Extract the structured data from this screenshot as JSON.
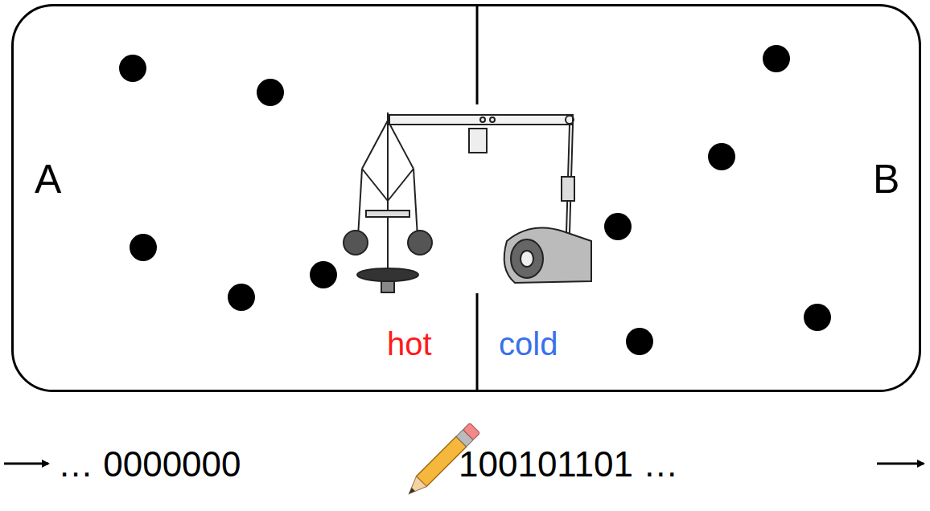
{
  "diagram": {
    "nodes": [
      {
        "text": [
          "A",
          "B",
          "hot",
          "cold"
        ]
      }
    ],
    "labels": [
      "… 0000000",
      "100101101 …"
    ]
  }
}
